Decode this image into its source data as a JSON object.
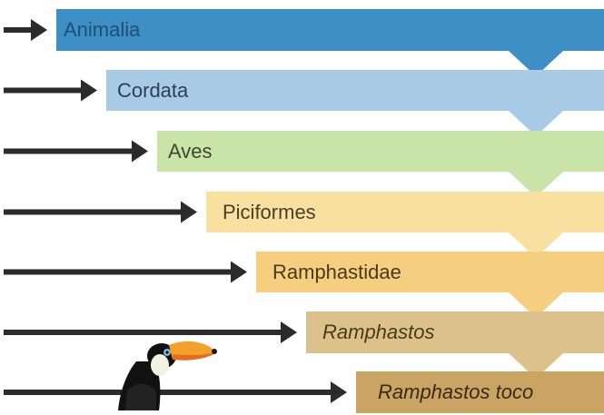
{
  "levels": [
    {
      "label": "Animalia",
      "italic": false,
      "color": "#3d8fc6",
      "text_color": "#1f4f73"
    },
    {
      "label": "Cordata",
      "italic": false,
      "color": "#a7cbe6",
      "text_color": "#2b3f55"
    },
    {
      "label": "Aves",
      "italic": false,
      "color": "#c9e3a9",
      "text_color": "#3a4a2a"
    },
    {
      "label": "Piciformes",
      "italic": false,
      "color": "#f8e0a0",
      "text_color": "#4a3f24"
    },
    {
      "label": "Ramphastidae",
      "italic": false,
      "color": "#f5cf7f",
      "text_color": "#4a3a1c"
    },
    {
      "label": "Ramphastos",
      "italic": true,
      "color": "#dcc18a",
      "text_color": "#4a3a1c"
    },
    {
      "label": "Ramphastos toco",
      "italic": true,
      "color": "#c9a463",
      "text_color": "#3a2a10"
    }
  ],
  "arrow_color": "#2b2b2b",
  "illustration": "toucan-icon"
}
